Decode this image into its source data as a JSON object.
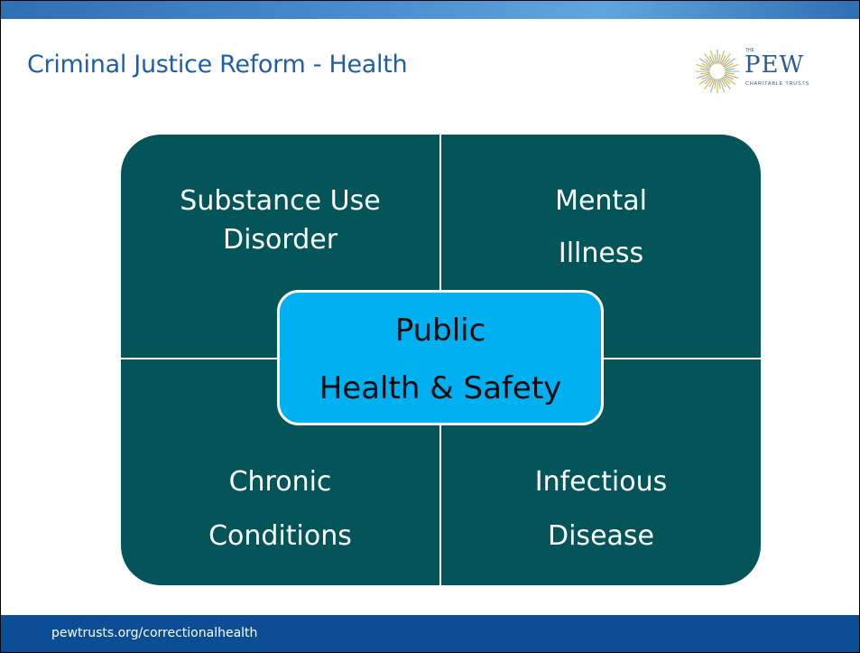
{
  "slide": {
    "title": "Criminal Justice Reform - Health",
    "footer_text": "pewtrusts.org/correctionalhealth"
  },
  "logo": {
    "the": "THE",
    "word": "PEW",
    "subtitle": "CHARITABLE TRUSTS"
  },
  "diagram": {
    "quadrants": [
      {
        "lines": [
          "Substance Use",
          "Disorder"
        ]
      },
      {
        "lines": [
          "Mental",
          "Illness"
        ]
      },
      {
        "lines": [
          "Chronic",
          "Conditions"
        ]
      },
      {
        "lines": [
          "Infectious",
          "Disease"
        ]
      }
    ],
    "center": {
      "lines": [
        "Public",
        "Health & Safety"
      ]
    }
  },
  "colors": {
    "quadrant_fill": "#03555a",
    "center_fill": "#00b0f0",
    "title": "#1f5fa8",
    "footer_band": "#0b4e96"
  }
}
